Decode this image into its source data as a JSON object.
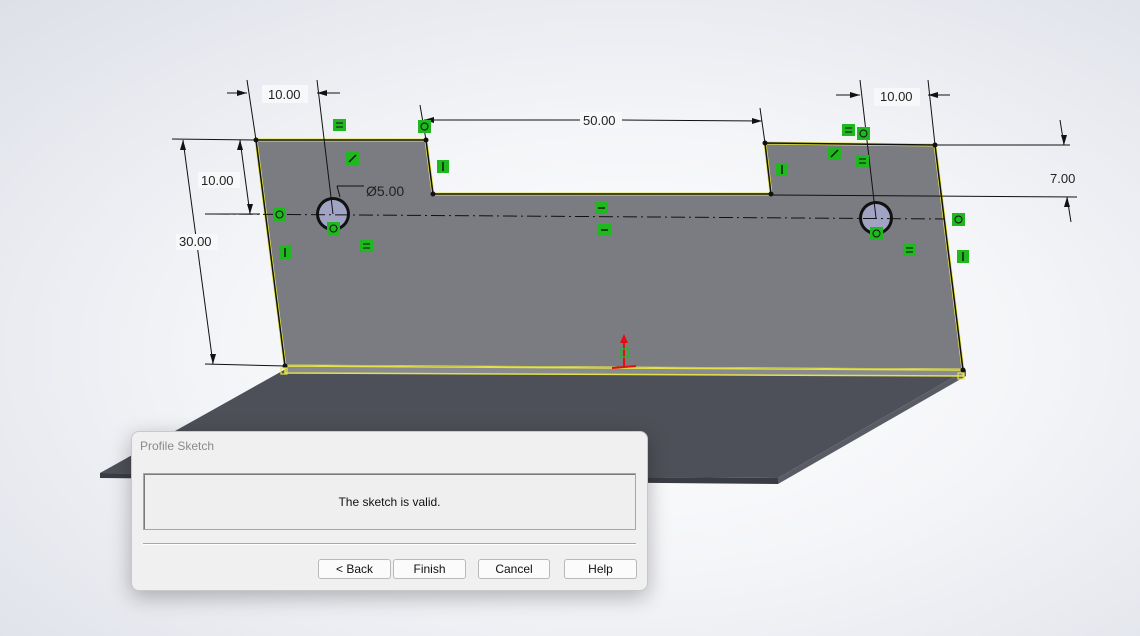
{
  "viewport": {
    "dimensions": {
      "top_left_width": "10.00",
      "slot_width": "50.00",
      "top_right_width": "10.00",
      "left_hole_height": "10.00",
      "total_height": "30.00",
      "hole_diameter": "Ø5.00",
      "slot_depth": "7.00"
    },
    "colors": {
      "sketch_face": "#7b7c81",
      "base_plate": "#4e5059",
      "highlight": "#e2e34a",
      "relation_icon": "#1fb81f"
    }
  },
  "dialog": {
    "title": "Profile Sketch",
    "message": "The sketch is valid.",
    "buttons": {
      "back": "< Back",
      "finish": "Finish",
      "cancel": "Cancel",
      "help": "Help"
    }
  }
}
